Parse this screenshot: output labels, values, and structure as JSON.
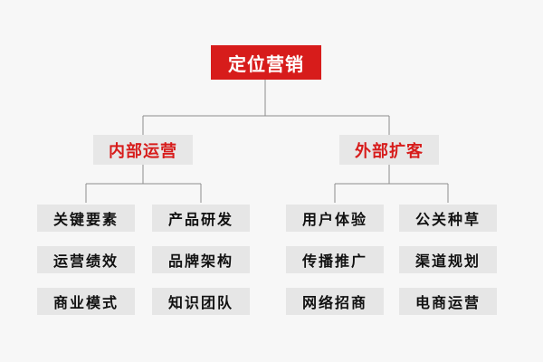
{
  "root": {
    "label": "定位营销"
  },
  "branches": [
    {
      "label": "内部运营",
      "items": [
        "关键要素",
        "产品研发",
        "运营绩效",
        "品牌架构",
        "商业模式",
        "知识团队"
      ]
    },
    {
      "label": "外部扩客",
      "items": [
        "用户体验",
        "公关种草",
        "传播推广",
        "渠道规划",
        "网络招商",
        "电商运营"
      ]
    }
  ],
  "colors": {
    "accent": "#d71c1b",
    "box": "#e6e6e6",
    "line": "#8c8c8c",
    "background": "#f7f7f7"
  }
}
